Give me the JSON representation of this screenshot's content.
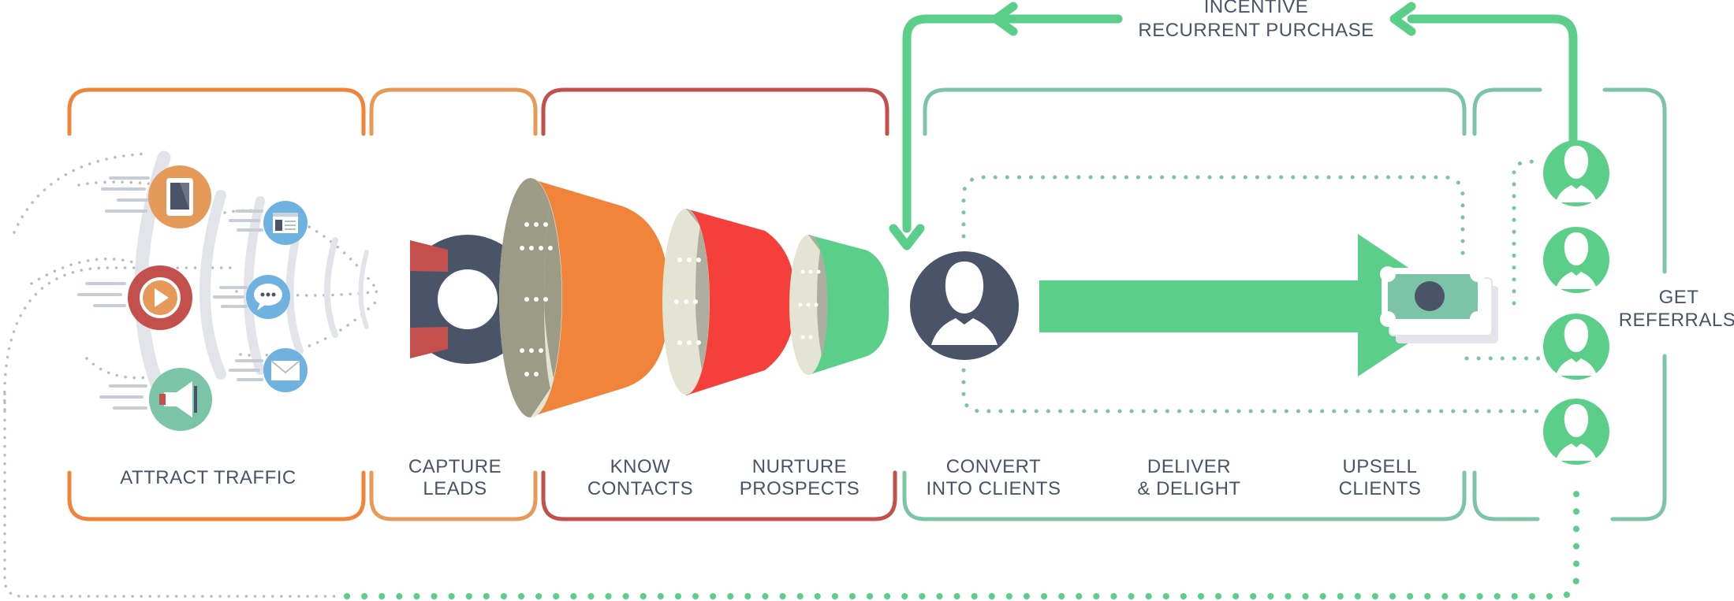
{
  "header": {
    "incentive_line1": "INCENTIVE",
    "incentive_line2": "RECURRENT PURCHASE"
  },
  "stages": {
    "attract_traffic": "ATTRACT TRAFFIC",
    "capture_leads_1": "CAPTURE",
    "capture_leads_2": "LEADS",
    "know_contacts_1": "KNOW",
    "know_contacts_2": "CONTACTS",
    "nurture_prospects_1": "NURTURE",
    "nurture_prospects_2": "PROSPECTS",
    "convert_clients_1": "CONVERT",
    "convert_clients_2": "INTO CLIENTS",
    "deliver_delight_1": "DELIVER",
    "deliver_delight_2": "& DELIGHT",
    "upsell_clients_1": "UPSELL",
    "upsell_clients_2": "CLIENTS",
    "get_referrals_1": "GET",
    "get_referrals_2": "REFERRALS"
  },
  "icons": {
    "tablet": "tablet-icon",
    "play": "play-video-icon",
    "megaphone": "megaphone-icon",
    "webpage": "webpage-icon",
    "chat": "chat-bubble-icon",
    "email": "email-icon",
    "magnet": "magnet-icon",
    "customer": "customer-avatar-icon",
    "money": "money-bill-icon",
    "referral": "referral-avatar-icon"
  },
  "colors": {
    "orange": "#f0843a",
    "light_orange": "#e59a5a",
    "red": "#c4504d",
    "teal": "#7cc4a8",
    "green": "#5bcf8a",
    "navy": "#4a5468",
    "text": "#4a5468"
  }
}
